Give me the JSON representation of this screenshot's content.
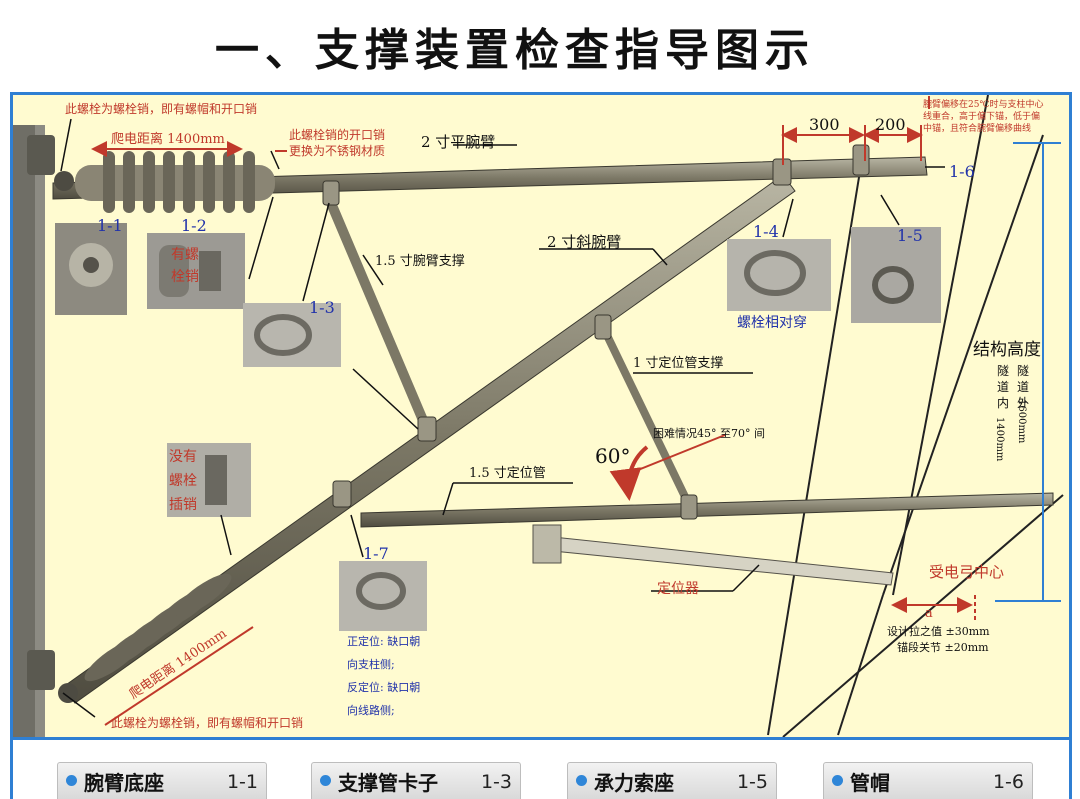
{
  "title": "一、支撑装置检查指导图示",
  "colors": {
    "frame": "#2f7fd3",
    "background": "#fffbd0",
    "annotation_red": "#c0392b",
    "code_blue": "#2233aa"
  },
  "annotations": {
    "top_bolt_note": "此螺栓为螺栓销，即有螺帽和开口销",
    "creepage_top": "爬电距离 1400mm",
    "pin_note_1": "此螺栓销的开口销",
    "pin_note_2": "更换为不锈钢材质",
    "flat_arm": "2 寸平腕臂",
    "dim_300": "300",
    "dim_200": "200",
    "arm_offset_note_1": "腕臂偏移在25℃时与支柱中心",
    "arm_offset_note_2": "线重合，高于偏下锚，低于偏",
    "arm_offset_note_3": "中锚，且符合腕臂偏移曲线",
    "code_1_6": "1-6",
    "code_1_1": "1-1",
    "code_1_2": "1-2",
    "bolt_pin_label_1": "有螺",
    "bolt_pin_label_2": "栓销",
    "brace_15": "1.5 寸腕臂支撑",
    "code_1_3": "1-3",
    "incline_arm": "2 寸斜腕臂",
    "code_1_4": "1-4",
    "bolts_through": "螺栓相对穿",
    "code_1_5": "1-5",
    "struct_height": "结构高度",
    "tunnel_in_1": "隧",
    "tunnel_in_2": "道",
    "tunnel_in_3": "内",
    "tunnel_in_val": "1400mm",
    "tunnel_out_1": "隧",
    "tunnel_out_2": "道",
    "tunnel_out_3": "外",
    "tunnel_out_val": "1600mm",
    "locator_brace": "1 寸定位管支撑",
    "difficult_angle": "困难情况45° 至70° 间",
    "angle_60": "60°",
    "no_bolt_1": "没有",
    "no_bolt_2": "螺栓",
    "no_bolt_3": "插销",
    "locator_tube": "1.5 寸定位管",
    "code_1_7": "1-7",
    "locator": "定位器",
    "pantograph_center": "受电弓中心",
    "dim_a": "a",
    "stagger_1": "设计拉之值 ±30mm",
    "stagger_2": "锚段关节 ±20mm",
    "creepage_bottom": "爬电距离 1400mm",
    "orient_1": "正定位: 缺口朝",
    "orient_2": "向支柱侧;",
    "orient_3": "反定位: 缺口朝",
    "orient_4": "向线路侧;",
    "bottom_bolt_note": "此螺栓为螺栓销，即有螺帽和开口销"
  },
  "legend": [
    {
      "name": "腕臂底座",
      "code": "1-1"
    },
    {
      "name": "支撑管卡子",
      "code": "1-3"
    },
    {
      "name": "承力索座",
      "code": "1-5"
    },
    {
      "name": "管帽",
      "code": "1-6"
    }
  ]
}
